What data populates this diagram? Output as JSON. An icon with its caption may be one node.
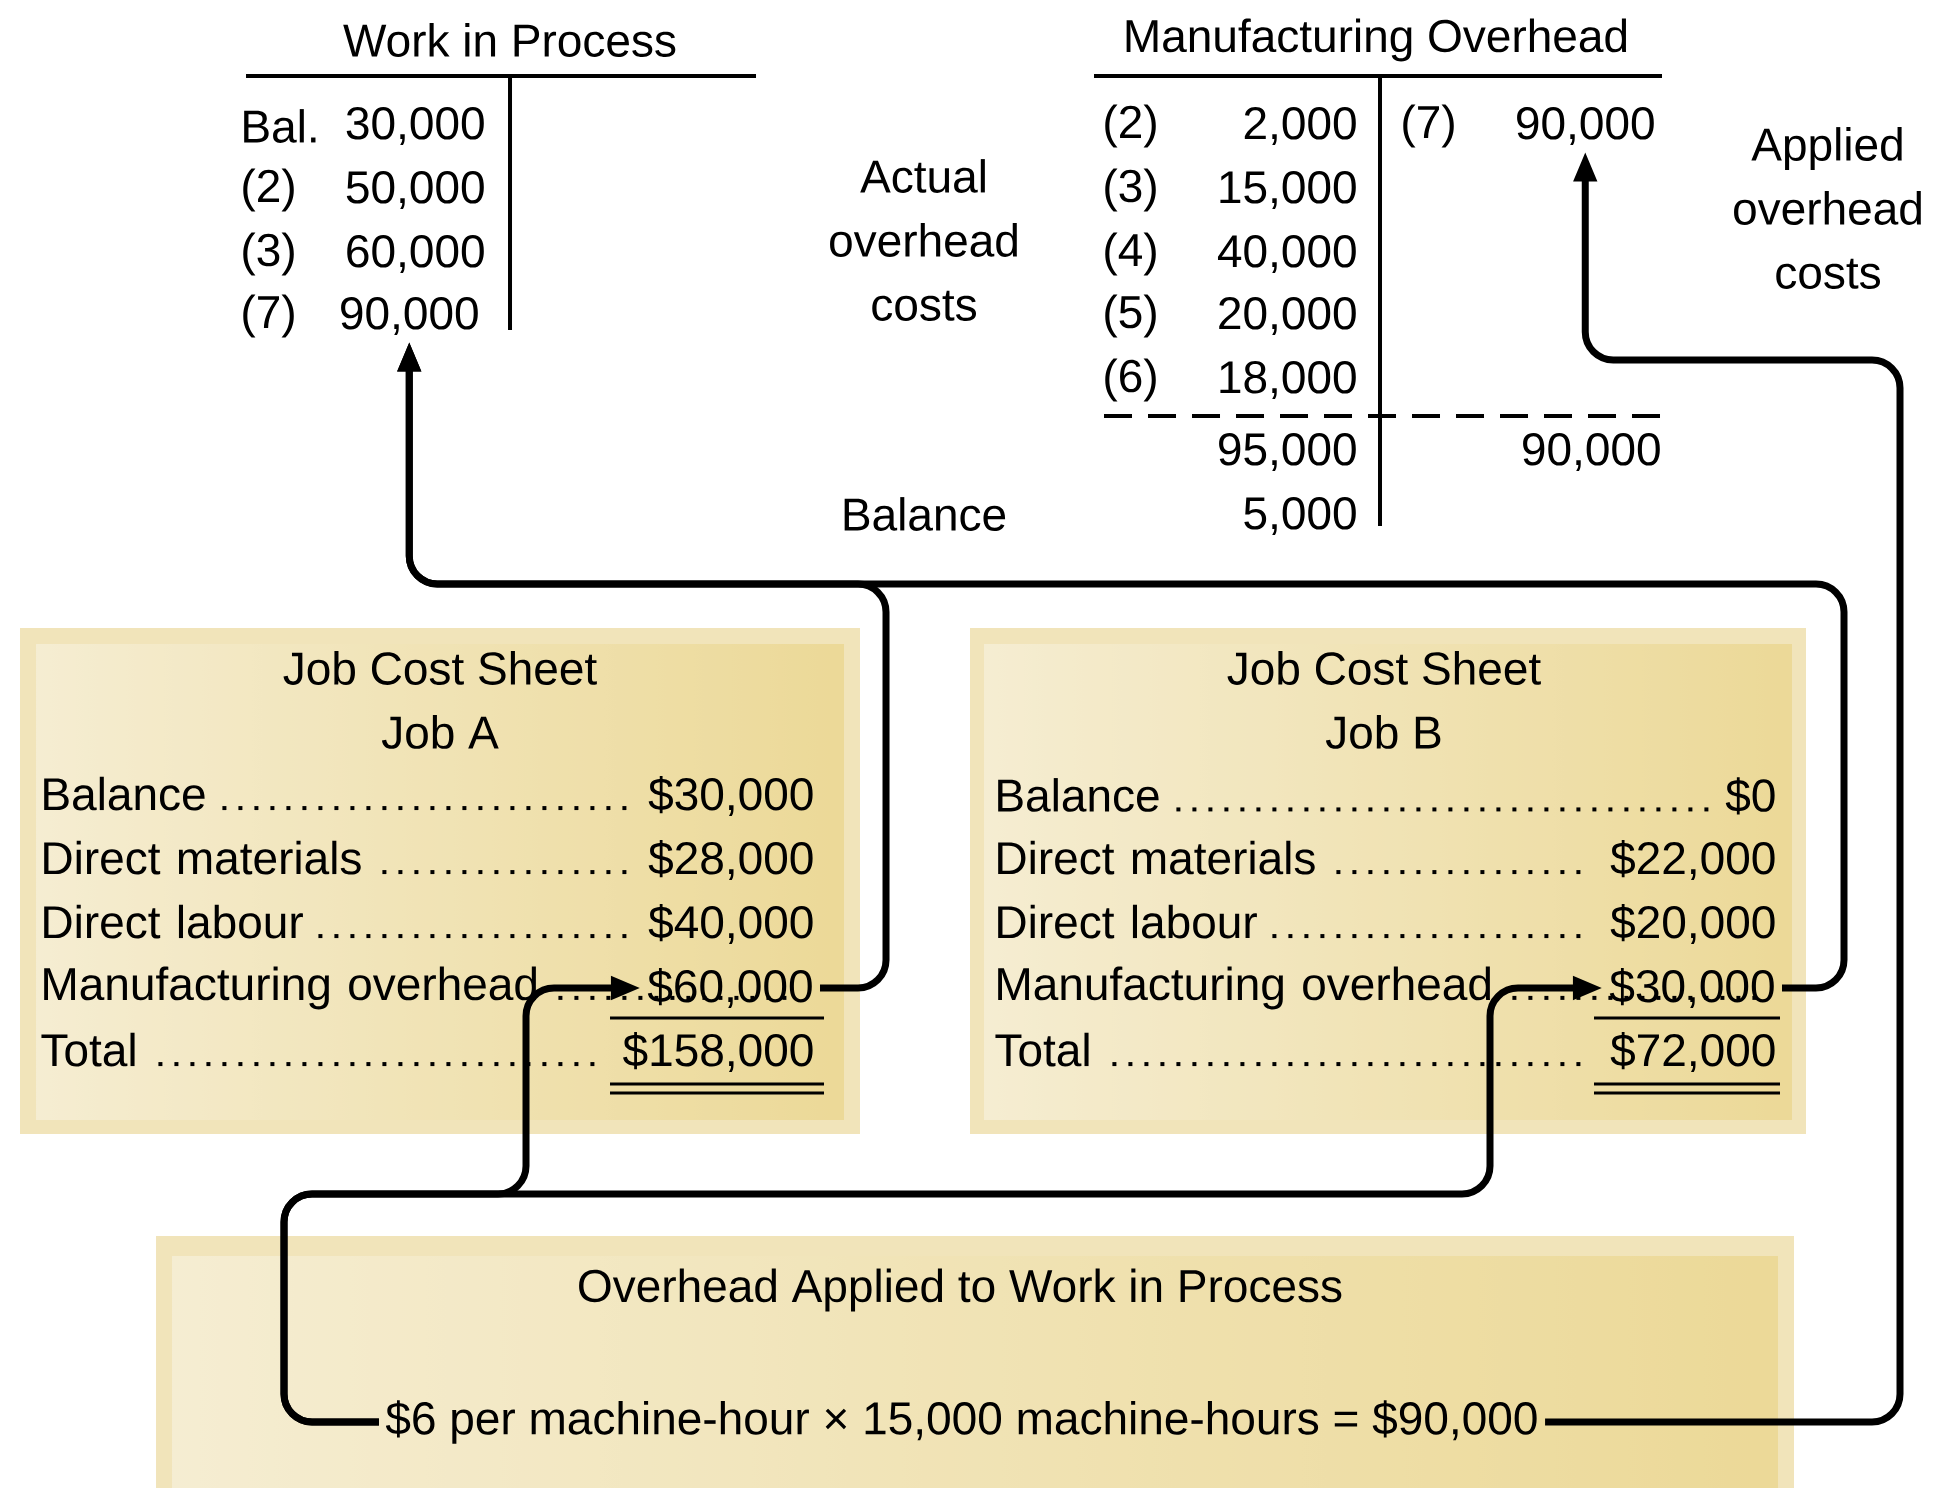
{
  "diagram": {
    "nodes": [
      {
        "text": [
          "Work in Process",
          "Bal.",
          "30,000",
          "(2)",
          "50,000",
          "(3)",
          "60,000",
          "(7)"
        ]
      },
      {
        "text": [
          "90,000"
        ],
        "in": 0
      },
      {
        "text": [
          "Manufacturing Overhead",
          "(2)",
          "2,000",
          "(7)",
          "(3)",
          "15,000",
          "(4)",
          "40,000",
          "(5)",
          "20,000",
          "(6)",
          "18,000",
          "95,000",
          "90,000",
          "5,000"
        ]
      },
      {
        "text": [
          "90,000"
        ],
        "in": 2
      },
      {
        "text": [
          "Job Cost Sheet",
          "Job A",
          "Balance",
          "$30,000",
          "Direct materials",
          "$28,000",
          "Direct labour",
          "$40,000",
          "Manufacturing overhead",
          "Total",
          "$158,000"
        ]
      },
      {
        "text": [
          "$60,000"
        ],
        "in": 4
      },
      {
        "text": [
          "Job Cost Sheet",
          "Job B",
          "Balance",
          "$0",
          "Direct materials",
          "$22,000",
          "Direct labour",
          "$20,000",
          "Manufacturing overhead",
          "Total",
          "$72,000"
        ]
      },
      {
        "text": [
          "$30,000"
        ],
        "in": 6
      },
      {
        "text": [
          "Overhead Applied to Work in Process"
        ]
      },
      {
        "text": [
          "$6 per machine-hour × 15,000 machine-hours = $90,000"
        ],
        "in": 8
      }
    ],
    "edges": [
      {
        "from": 5,
        "to": 1,
        "arrow": "to"
      },
      {
        "from": 7,
        "to": 1,
        "arrow": "to"
      },
      {
        "from": 9,
        "to": 5,
        "arrow": "to"
      },
      {
        "from": 9,
        "to": 7,
        "arrow": "to"
      },
      {
        "from": 9,
        "to": 3,
        "arrow": "to"
      }
    ],
    "labels": [
      "Actual overhead costs",
      "Applied overhead costs",
      "Balance"
    ]
  }
}
